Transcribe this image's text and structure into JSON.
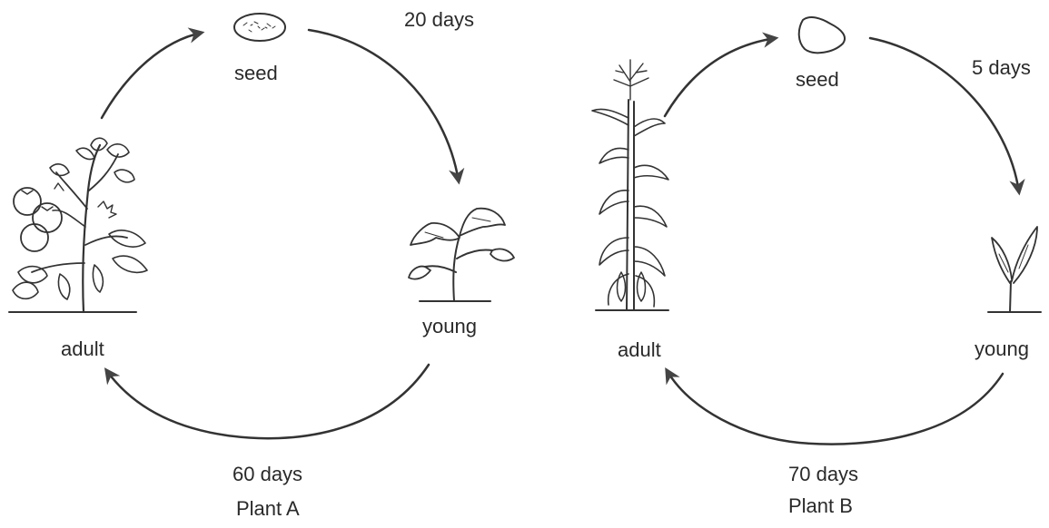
{
  "plant_a": {
    "seed_label": "seed",
    "young_label": "young",
    "adult_label": "adult",
    "seed_to_young": "20 days",
    "young_to_adult": "60 days",
    "caption": "Plant A"
  },
  "plant_b": {
    "seed_label": "seed",
    "young_label": "young",
    "adult_label": "adult",
    "seed_to_young": "5 days",
    "young_to_adult": "70 days",
    "caption": "Plant B"
  },
  "icons": {
    "a_seed": "oval-seed-icon",
    "a_young": "bean-seedling-icon",
    "a_adult": "tomato-plant-icon",
    "b_seed": "corn-kernel-icon",
    "b_young": "corn-sprout-icon",
    "b_adult": "corn-stalk-icon"
  }
}
